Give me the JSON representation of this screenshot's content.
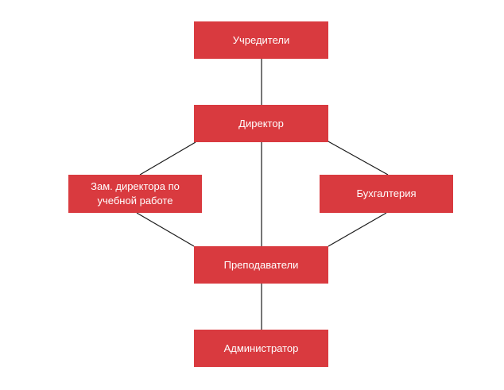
{
  "theme": {
    "node_fill": "#d93a3f",
    "node_text": "#ffffff",
    "line_color": "#1a1a1a"
  },
  "nodes": {
    "founders": "Учредители",
    "director": "Директор",
    "deputy": "Зам. директора по учебной работе",
    "accounting": "Бухгалтерия",
    "teachers": "Преподаватели",
    "administrator": "Администратор"
  },
  "edges": [
    {
      "from": "founders",
      "to": "director"
    },
    {
      "from": "director",
      "to": "deputy"
    },
    {
      "from": "director",
      "to": "accounting"
    },
    {
      "from": "director",
      "to": "teachers"
    },
    {
      "from": "deputy",
      "to": "teachers"
    },
    {
      "from": "accounting",
      "to": "teachers"
    },
    {
      "from": "teachers",
      "to": "administrator"
    }
  ]
}
